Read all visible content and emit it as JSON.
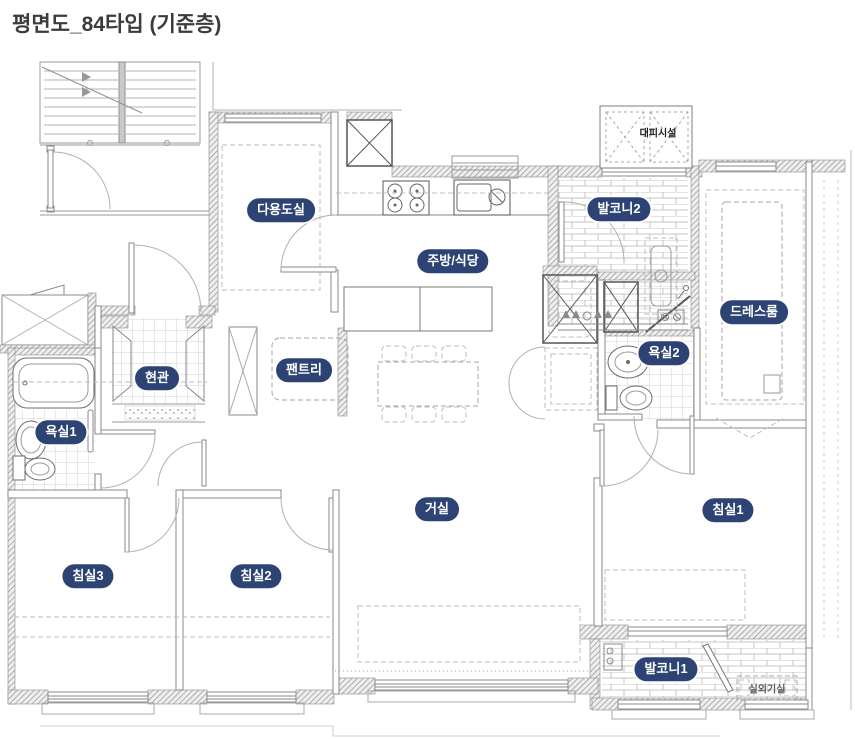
{
  "title": "평면도_84타입 (기준층)",
  "floor_plan": {
    "badge_color": "#2c4373",
    "room_labels": {
      "utility": "다용도실",
      "kitchen_dining": "주방/식당",
      "balcony2": "발코니2",
      "dress_room": "드레스룸",
      "bath2": "욕실2",
      "entrance": "현관",
      "pantry": "팬트리",
      "bath1": "욕실1",
      "living": "거실",
      "bed1": "침실1",
      "bed2": "침실2",
      "bed3": "침실3",
      "balcony1": "발코니1"
    },
    "annotations": {
      "evacuation": "대피시설",
      "outdoor_unit": "실외기실"
    }
  }
}
